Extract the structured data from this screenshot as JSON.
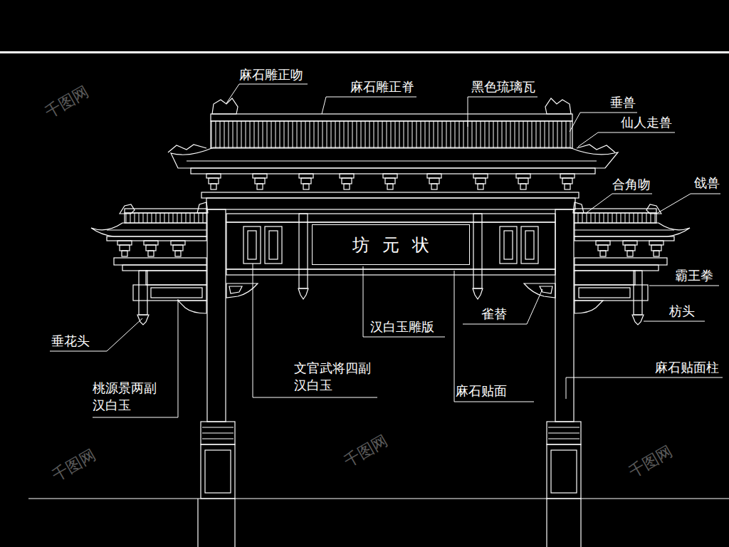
{
  "diagram": {
    "nodes": [
      {
        "text": [
          "坊元状"
        ]
      }
    ],
    "labels": [
      "麻石雕正吻",
      "麻石雕正脊",
      "黑色琉璃瓦",
      "垂兽",
      "仙人走兽",
      "合角吻",
      "戗兽",
      "霸王拳",
      "枋头",
      "垂花头",
      "雀替",
      "汉白玉雕版",
      "文官武将四副 汉白玉",
      "桃源景两副 汉白玉",
      "麻石贴面",
      "麻石贴面柱",
      "千图网",
      "千图网",
      "千图网",
      "千图网"
    ]
  }
}
